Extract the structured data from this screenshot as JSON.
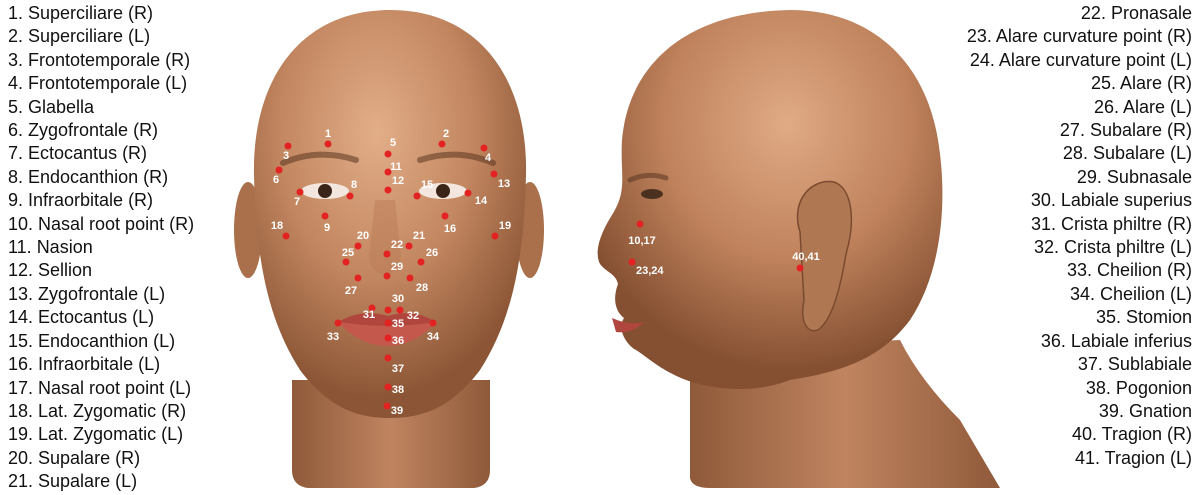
{
  "legend_left": [
    "1. Superciliare (R)",
    "2. Superciliare (L)",
    "3. Frontotemporale (R)",
    "4. Frontotemporale (L)",
    "5. Glabella",
    "6. Zygofrontale (R)",
    "7. Ectocantus (R)",
    "8. Endocanthion (R)",
    "9. Infraorbitale (R)",
    "10. Nasal root point (R)",
    "11. Nasion",
    "12. Sellion",
    "13. Zygofrontale (L)",
    "14. Ectocantus (L)",
    "15. Endocanthion (L)",
    "16. Infraorbitale (L)",
    "17. Nasal root point (L)",
    "18. Lat. Zygomatic (R)",
    "19. Lat. Zygomatic (L)",
    "20. Supalare (R)",
    "21. Supalare (L)"
  ],
  "legend_right": [
    "22. Pronasale",
    "23. Alare curvature point (R)",
    "24. Alare curvature point (L)",
    "25. Alare (R)",
    "26. Alare (L)",
    "27. Subalare (R)",
    "28. Subalare (L)",
    "29. Subnasale",
    "30. Labiale superius",
    "31. Crista philtre (R)",
    "32. Crista philtre (L)",
    "33. Cheilion (R)",
    "34. Cheilion (L)",
    "35. Stomion",
    "36. Labiale inferius",
    "37. Sublabiale",
    "38. Pogonion",
    "39. Gnation",
    "40. Tragion (R)",
    "41. Tragion (L)"
  ],
  "front_markers": [
    "1",
    "2",
    "3",
    "4",
    "5",
    "6",
    "7",
    "8",
    "9",
    "11",
    "12",
    "13",
    "14",
    "15",
    "16",
    "18",
    "19",
    "20",
    "21",
    "22",
    "25",
    "26",
    "27",
    "28",
    "29",
    "30",
    "31",
    "32",
    "33",
    "34",
    "35",
    "36",
    "37",
    "38",
    "39"
  ],
  "side_markers": [
    "10,17",
    "23,24",
    "40,41"
  ],
  "colors": {
    "marker": "#e32222",
    "marker_label": "#ffffff",
    "skin": "#c28660"
  }
}
